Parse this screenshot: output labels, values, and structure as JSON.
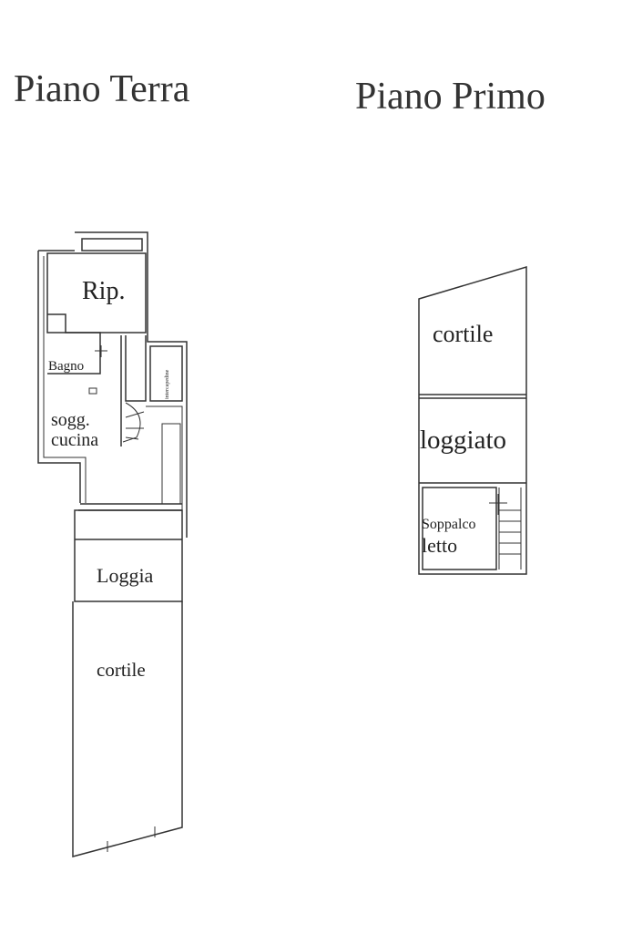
{
  "titles": {
    "ground": "Piano Terra",
    "first": "Piano Primo"
  },
  "ground_floor": {
    "rooms": {
      "storage": "Rip.",
      "bathroom": "Bagno",
      "living_line1": "sogg.",
      "living_line2": "cucina",
      "cavity": "intercapedine",
      "loggia": "Loggia",
      "courtyard": "cortile"
    }
  },
  "first_floor": {
    "rooms": {
      "courtyard": "cortile",
      "loggiato": "loggiato",
      "mezzanine_line1": "Soppalco",
      "mezzanine_line2": "letto"
    }
  }
}
